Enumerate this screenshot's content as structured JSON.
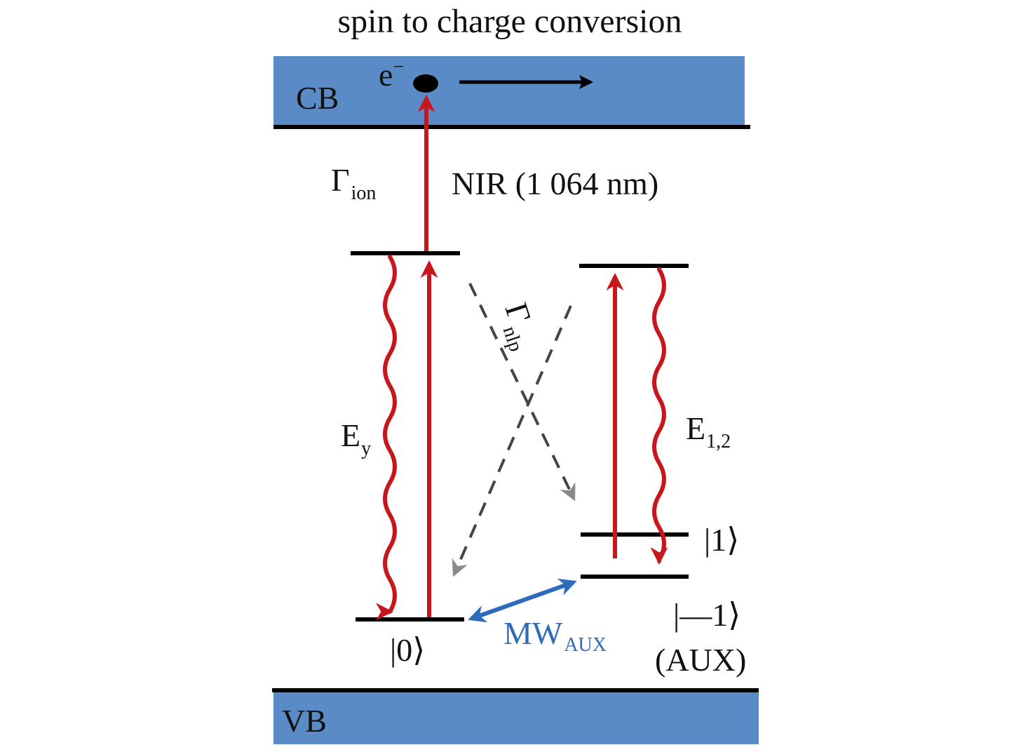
{
  "title": "spin to charge conversion",
  "bands": {
    "cb_label": "CB",
    "vb_label": "VB",
    "band_color": "#5b8bc7"
  },
  "electron": {
    "symbol": "e",
    "superscript": "−"
  },
  "transitions": {
    "ionization": {
      "symbol": "Γ",
      "subscript": "ion",
      "laser_label": "NIR (1 064 nm)"
    },
    "nonradiative": {
      "symbol": "Γ",
      "subscript": "nlp"
    },
    "ey": {
      "symbol": "E",
      "subscript": "y"
    },
    "e12": {
      "symbol": "E",
      "subscript": "1,2"
    },
    "microwave": {
      "symbol": "MW",
      "subscript": "AUX"
    }
  },
  "states": {
    "ms0": "|0⟩",
    "ms_plus1": "|1⟩",
    "ms_minus1": "|—1⟩",
    "ms_minus1_note": "(AUX)"
  },
  "colors": {
    "optical_red": "#c8161d",
    "microwave_blue": "#2e6bbd",
    "level_black": "#000000",
    "dashed_gray": "#444444"
  }
}
